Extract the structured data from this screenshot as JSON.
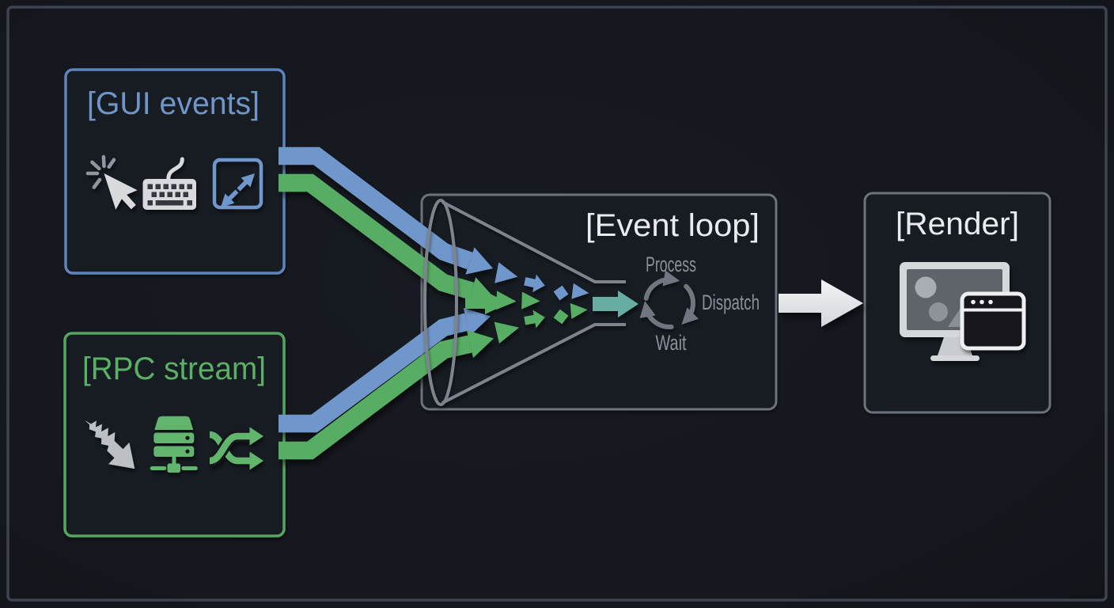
{
  "colors": {
    "background": "#14171d",
    "frame": "#3d434f",
    "panel_fill": "#161a21",
    "blue": "#7097cb",
    "blue_border": "#5d84ba",
    "blue_text": "#6f95c9",
    "green": "#58ad65",
    "green_border": "#53a55e",
    "green_text": "#5bb065",
    "gray_border": "#6d737c",
    "funnel": "#7e848d",
    "cycle": "#6f757f",
    "teal": "#68ada4",
    "white_text": "#e9ebee",
    "muted_text": "#8b919a",
    "arrow_light": "#e3e6e9",
    "silver": "#bcc0c5",
    "icon_light": "#d8dadd",
    "icon_green": "#62b56d"
  },
  "nodes": {
    "gui_events": {
      "title": "[GUI events]",
      "icons": [
        "cursor-click",
        "keyboard",
        "resize"
      ]
    },
    "rpc_stream": {
      "title": "[RPC stream]",
      "icons": [
        "jagged-arrow",
        "server",
        "shuffle"
      ]
    },
    "event_loop": {
      "title": "[Event loop]",
      "cycle_labels": {
        "process": "Process",
        "dispatch": "Dispatch",
        "wait": "Wait"
      }
    },
    "render": {
      "title": "[Render]",
      "icons": [
        "monitor",
        "app-window"
      ]
    }
  },
  "flows": [
    {
      "from": "gui_events",
      "to": "event_loop",
      "bands": [
        "blue",
        "green"
      ]
    },
    {
      "from": "rpc_stream",
      "to": "event_loop",
      "bands": [
        "blue",
        "green"
      ]
    },
    {
      "from": "event_loop",
      "to": "render",
      "style": "light-block-arrow"
    }
  ]
}
